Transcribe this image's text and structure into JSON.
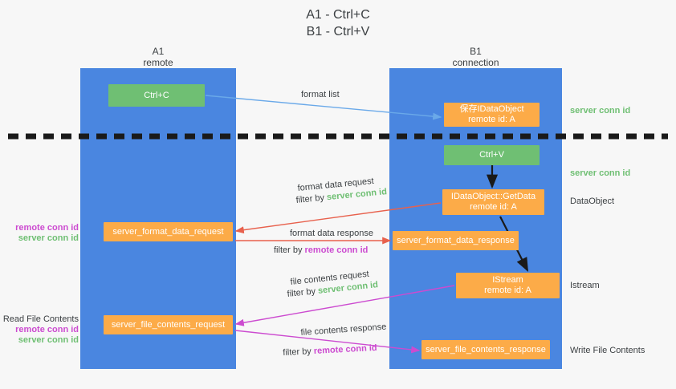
{
  "title": {
    "line1": "A1 - Ctrl+C",
    "line2": "B1 - Ctrl+V"
  },
  "lanes": [
    {
      "id": "A1",
      "name": "A1",
      "sub": "remote",
      "color": "#4a86e0"
    },
    {
      "id": "B1",
      "name": "B1",
      "sub": "connection",
      "color": "#4a86e0"
    }
  ],
  "nodes": {
    "ctrl_c": {
      "line1": "Ctrl+C",
      "line2": "",
      "color": "#6fbf73"
    },
    "save_idataobject": {
      "line1": "保存IDataObject",
      "line2": "remote id: A",
      "color": "#fcab48"
    },
    "ctrl_v": {
      "line1": "Ctrl+V",
      "line2": "",
      "color": "#6fbf73"
    },
    "getdata": {
      "line1": "IDataObject::GetData",
      "line2": "remote id: A",
      "color": "#fcab48"
    },
    "istream": {
      "line1": "IStream",
      "line2": "remote id: A",
      "color": "#fcab48"
    },
    "server_format_data_request": {
      "line1": "server_format_data_request",
      "line2": "",
      "color": "#fcab48"
    },
    "server_format_data_response": {
      "line1": "server_format_data_response",
      "line2": "",
      "color": "#fcab48"
    },
    "server_file_contents_request": {
      "line1": "server_file_contents_request",
      "line2": "",
      "color": "#fcab48"
    },
    "server_file_contents_response": {
      "line1": "server_file_contents_response",
      "line2": "",
      "color": "#fcab48"
    }
  },
  "side_labels": {
    "server_conn_id_1": "server conn id",
    "server_conn_id_2": "server conn id",
    "dataobject": "DataObject",
    "istream": "Istream",
    "write_file_contents": "Write File Contents"
  },
  "left_labels": {
    "read_file_contents": "Read File Contents",
    "remote_conn_id": "remote conn id",
    "server_conn_id": "server conn id"
  },
  "edges": {
    "format_list": "format list",
    "format_data_request": "format data request",
    "format_data_request_filter_prefix": "filter by ",
    "format_data_request_filter_value": "server conn id",
    "format_data_response": "format data response",
    "format_data_response_filter_prefix": "filter by ",
    "format_data_response_filter_value": "remote conn id",
    "file_contents_request": "file contents request",
    "file_contents_request_filter_prefix": "filter by ",
    "file_contents_request_filter_value": "server conn id",
    "file_contents_response": "file contents response",
    "file_contents_response_filter_prefix": "filter by ",
    "file_contents_response_filter_value": "remote conn id"
  },
  "colors": {
    "lane": "#4a86e0",
    "green_node": "#6fbf73",
    "orange_node": "#fcab48",
    "green_text": "#6fbf73",
    "magenta_text": "#cc4bd0",
    "light_blue_arrow": "#6aa9e9",
    "red_arrow": "#e8614d",
    "magenta_arrow": "#cc4bd0",
    "black_arrow": "#1a1a1a",
    "background": "#f7f7f7"
  }
}
